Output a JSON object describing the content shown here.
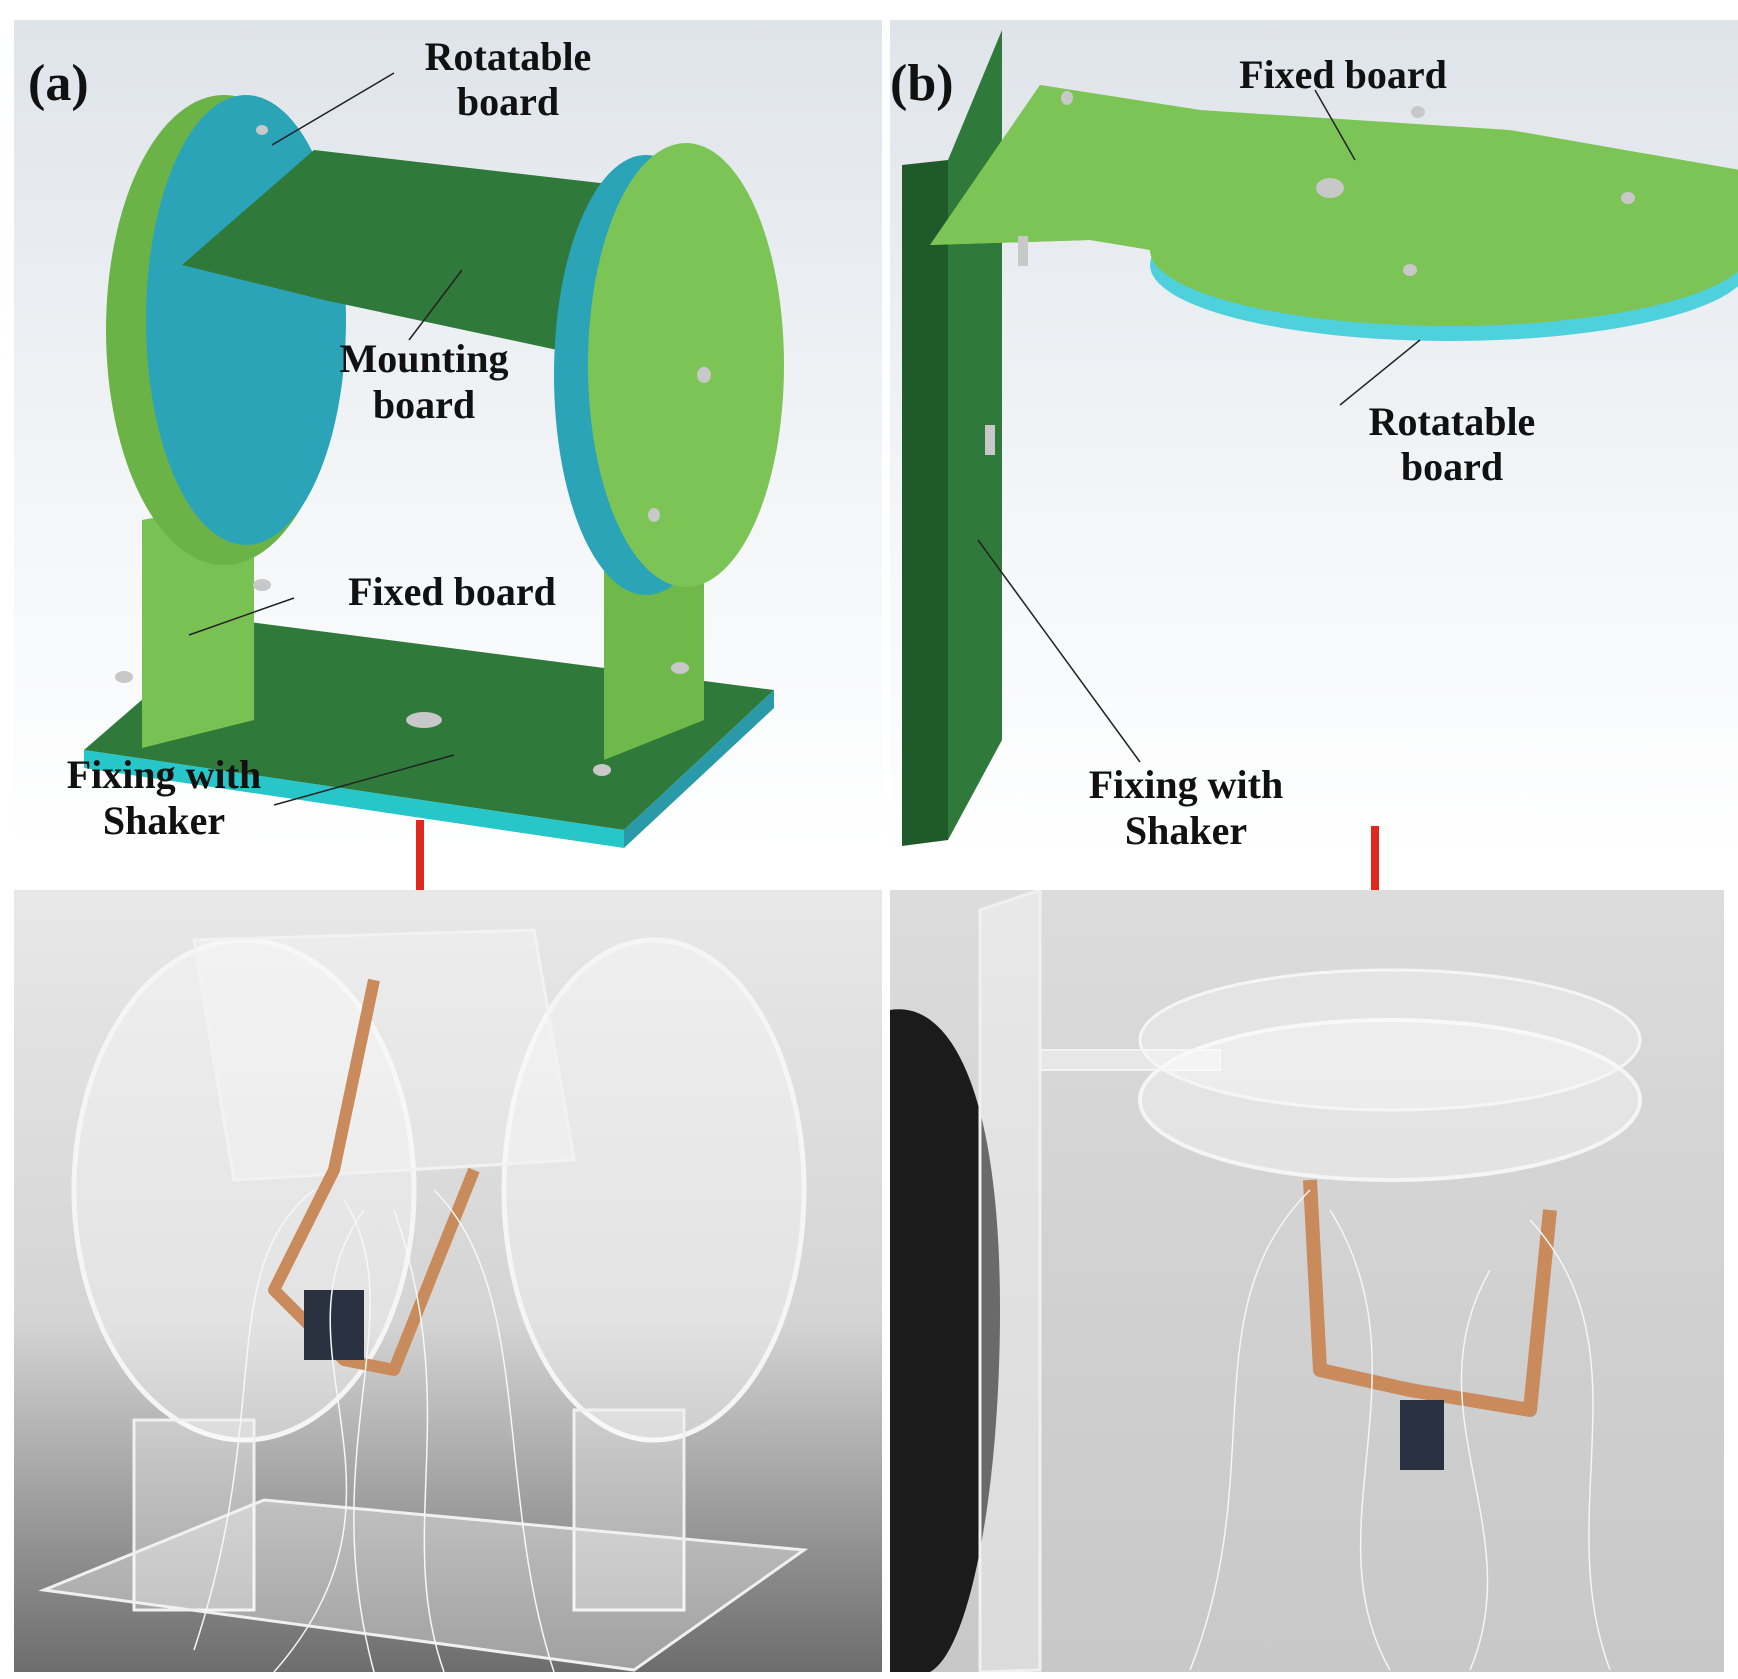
{
  "figure": {
    "panel_a": {
      "tag": "(a)",
      "labels": {
        "rotatable_board": [
          "Rotatable",
          "board"
        ],
        "mounting_board": [
          "Mounting",
          "board"
        ],
        "fixed_board": "Fixed board",
        "fixing_with_shaker": [
          "Fixing with",
          "Shaker"
        ]
      }
    },
    "panel_b": {
      "tag": "(b)",
      "labels": {
        "fixed_board": "Fixed board",
        "rotatable_board": [
          "Rotatable",
          "board"
        ],
        "fixing_with_shaker": [
          "Fixing with",
          "Shaker"
        ]
      }
    },
    "colors": {
      "fixed_green": "#7dc456",
      "dark_green": "#2f7a3a",
      "rotatable_teal": "#2ba4b8",
      "cyan_ring": "#4fd0dd",
      "arrow_red": "#e0281e",
      "copper": "#c98a5c"
    }
  }
}
